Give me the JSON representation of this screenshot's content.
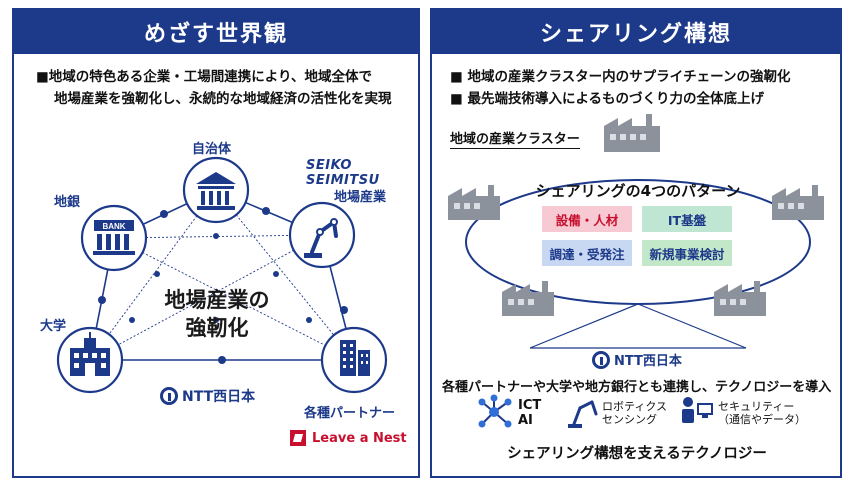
{
  "left": {
    "header": "めざす世界観",
    "bullet_line1": "■地域の特色ある企業・工場間連携により、地域全体で",
    "bullet_line2": "地場産業を強靭化し、永続的な地域経済の活性化を実現",
    "nodes": {
      "jichitai": "自治体",
      "chigin": "地銀",
      "jiba_sangyo": "地場産業",
      "daigaku": "大学",
      "partners": "各種パートナー"
    },
    "center_line1": "地場産業の",
    "center_line2": "強靭化",
    "seiko": "SEIKO SEIMITSU",
    "ntt": "NTT西日本",
    "leave_a_nest": "Leave a Nest",
    "bank_sign": "BANK"
  },
  "right": {
    "header": "シェアリング構想",
    "bullet_line1": "■ 地域の産業クラスター内のサプライチェーンの強靭化",
    "bullet_line2": "■ 最先端技術導入によるものづくり力の全体底上げ",
    "cluster_title": "地域の産業クラスター",
    "pattern_title": "シェアリングの4つのパターン",
    "patterns": [
      "設備・人材",
      "IT基盤",
      "調達・受発注",
      "新規事業検討"
    ],
    "ntt": "NTT西日本",
    "partner_line": "各種パートナーや大学や地方銀行とも連携し、テクノロジーを導入",
    "tech": {
      "ict_line1": "ICT",
      "ict_line2": "AI",
      "robo_line1": "ロボティクス",
      "robo_line2": "センシング",
      "sec_line1": "セキュリティー",
      "sec_line2": "（通信やデータ）"
    },
    "footer": "シェアリング構想を支えるテクノロジー"
  },
  "colors": {
    "navy": "#1d3a8a",
    "pill_pink": "#f6c9d3",
    "pill_green": "#bfe5d3",
    "pill_blue": "#c9d8f2",
    "pill_green2": "#c3e7c9"
  }
}
